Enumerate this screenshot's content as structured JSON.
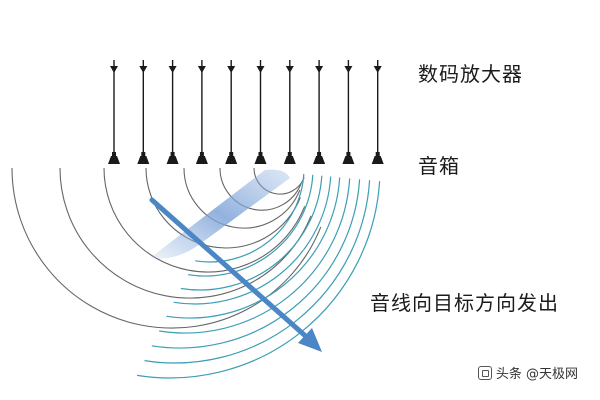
{
  "labels": {
    "amplifier": "数码放大器",
    "speaker": "音箱",
    "direction": "音线向目标方向发出"
  },
  "watermark": {
    "text": "头条 @天极网",
    "icon": "toutiao-logo-icon"
  },
  "speaker_count": 10,
  "colors": {
    "background": "#ffffff",
    "line": "#1a1a1a",
    "gray_wave": "#666666",
    "teal_wave": "#3c9fb5",
    "arrow": "#4b86c5",
    "wavefront_band": "#8fb0de",
    "text": "#1b1b1b"
  }
}
